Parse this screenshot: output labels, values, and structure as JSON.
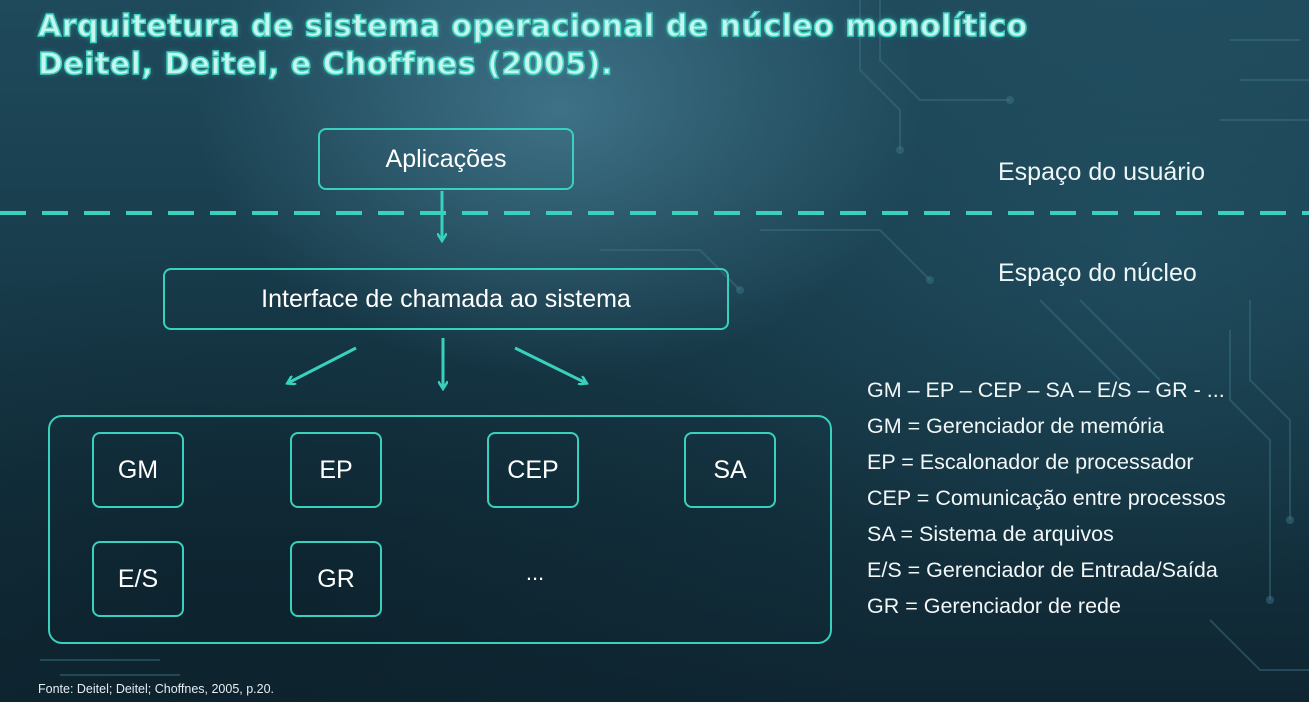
{
  "title": {
    "line1": "Arquitetura de sistema operacional de núcleo monolítico",
    "line2": "Deitel, Deitel, e Choffnes (2005)."
  },
  "diagram": {
    "applications": "Aplicações",
    "syscall_interface": "Interface de chamada ao sistema",
    "user_space_label": "Espaço do usuário",
    "kernel_space_label": "Espaço do núcleo",
    "modules": [
      "GM",
      "EP",
      "CEP",
      "SA",
      "E/S",
      "GR"
    ],
    "more": "..."
  },
  "legend": [
    "GM – EP – CEP – SA – E/S – GR - ...",
    "GM = Gerenciador de memória",
    "EP = Escalonador de processador",
    "CEP = Comunicação entre processos",
    "SA = Sistema de arquivos",
    "E/S = Gerenciador de Entrada/Saída",
    "GR = Gerenciador de rede"
  ],
  "source": "Fonte: Deitel; Deitel; Choffnes, 2005, p.20.",
  "colors": {
    "accent": "#38d1bd",
    "background": "#173a49",
    "text": "#eef6f7"
  }
}
